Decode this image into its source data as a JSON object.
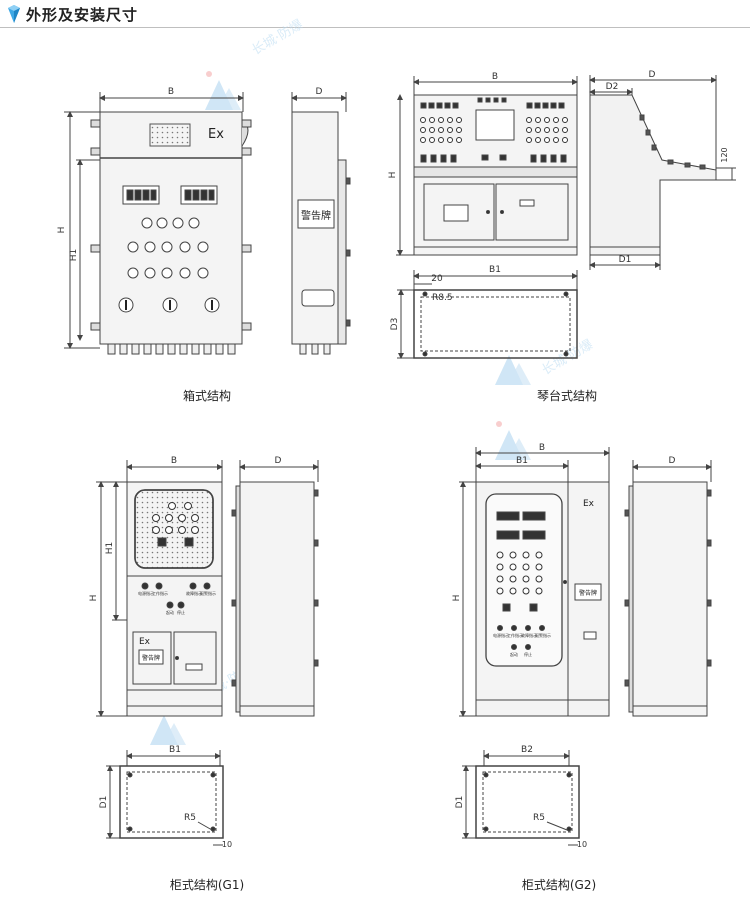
{
  "header": {
    "title": "外形及安装尺寸"
  },
  "watermark": {
    "text": "长城·防爆"
  },
  "colors": {
    "line": "#444444",
    "panel_fill": "#d9d9d9",
    "panel_fill_light": "#ececec",
    "accent": "#4aa3d8",
    "dimension": "#555555"
  },
  "diagrams": {
    "box": {
      "caption": "箱式结构",
      "dims": {
        "b": "B",
        "d": "D",
        "h": "H",
        "h1": "H1"
      },
      "ex_label": "Ex",
      "warning_plate": "警告牌"
    },
    "console": {
      "caption": "琴台式结构",
      "dims": {
        "b": "B",
        "d": "D",
        "d1": "D1",
        "d2": "D2",
        "h": "H",
        "h120": "120",
        "b1": "B1",
        "d3": "D3",
        "c20": "20",
        "r85": "R8.5"
      }
    },
    "cab_g1": {
      "caption": "柜式结构(G1)",
      "dims": {
        "b": "B",
        "d": "D",
        "h": "H",
        "h1": "H1",
        "b1": "B1",
        "d1": "D1",
        "r5": "R5",
        "c10": "10"
      },
      "ex_label": "Ex",
      "warning_plate": "警告牌",
      "lamp_labels": [
        "电源指示",
        "工作指示",
        "故障指示",
        "报警指示"
      ],
      "button_labels": [
        "起动",
        "停止"
      ]
    },
    "cab_g2": {
      "caption": "柜式结构(G2)",
      "dims": {
        "b": "B",
        "b1": "B1",
        "d": "D",
        "h": "H",
        "b2": "B2",
        "d1": "D1",
        "r5": "R5",
        "c10": "10"
      },
      "ex_label": "Ex",
      "warning_plate": "警告牌",
      "lamp_labels": [
        "电源指示",
        "工作指示",
        "故障指示",
        "报警指示"
      ],
      "button_labels": [
        "起动",
        "停止"
      ]
    }
  }
}
